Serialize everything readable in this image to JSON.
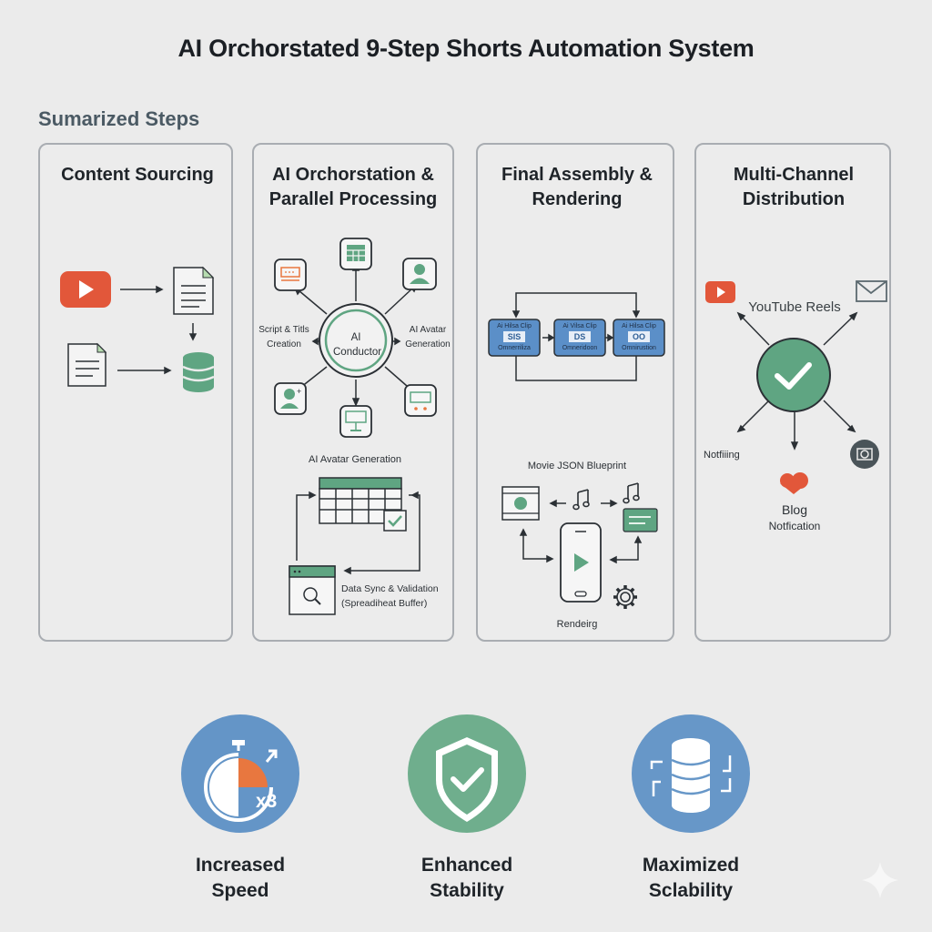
{
  "header": {
    "title": "AI Orchorstated 9-Step Shorts Automation System",
    "section_label": "Sumarized Steps"
  },
  "colors": {
    "background": "#ebebeb",
    "youtube_red": "#e2573a",
    "green": "#5fa582",
    "blue": "#5f8fc3",
    "dark": "#2b3035",
    "orange": "#e8773f"
  },
  "panels": [
    {
      "title": "Content Sourcing",
      "icons": [
        "youtube-icon",
        "document-icon",
        "document-icon",
        "database-icon"
      ]
    },
    {
      "title": "AI Orchorstation & Parallel Processing",
      "center_label": "AI Conductor",
      "left_label": "Script & Titls Creation",
      "right_label": "AI Avatar Generation",
      "sub_label": "AI Avatar Generation",
      "sync_label": "Data Sync & Validation (Spreadiheat Buffer)"
    },
    {
      "title": "Final Assembly & Rendering",
      "clips": [
        {
          "top": "Ai Hilsa Clip",
          "badge": "SIS",
          "bottom": "Omnerriliza"
        },
        {
          "top": "Ai Vilsa Clip",
          "badge": "DS",
          "bottom": "Omneridoon"
        },
        {
          "top": "Ai Hilsa Clip",
          "badge": "OO",
          "bottom": "Omnirustion"
        }
      ],
      "blueprint_label": "Movie JSON Blueprint",
      "render_label": "Rendeirg"
    },
    {
      "title": "Multi-Channel Distribution",
      "channel_label": "YouTube Reels",
      "left_label": "Notfiiing",
      "blog_label": "Blog",
      "notification_label": "Notfication"
    }
  ],
  "benefits": [
    {
      "label": "Increased Speed",
      "badge": "x3",
      "icon": "stopwatch-icon",
      "color": "#6495c7"
    },
    {
      "label": "Enhanced Stability",
      "icon": "shield-check-icon",
      "color": "#6fae8d"
    },
    {
      "label": "Maximized Sclability",
      "icon": "database-icon",
      "color": "#6797c8"
    }
  ]
}
